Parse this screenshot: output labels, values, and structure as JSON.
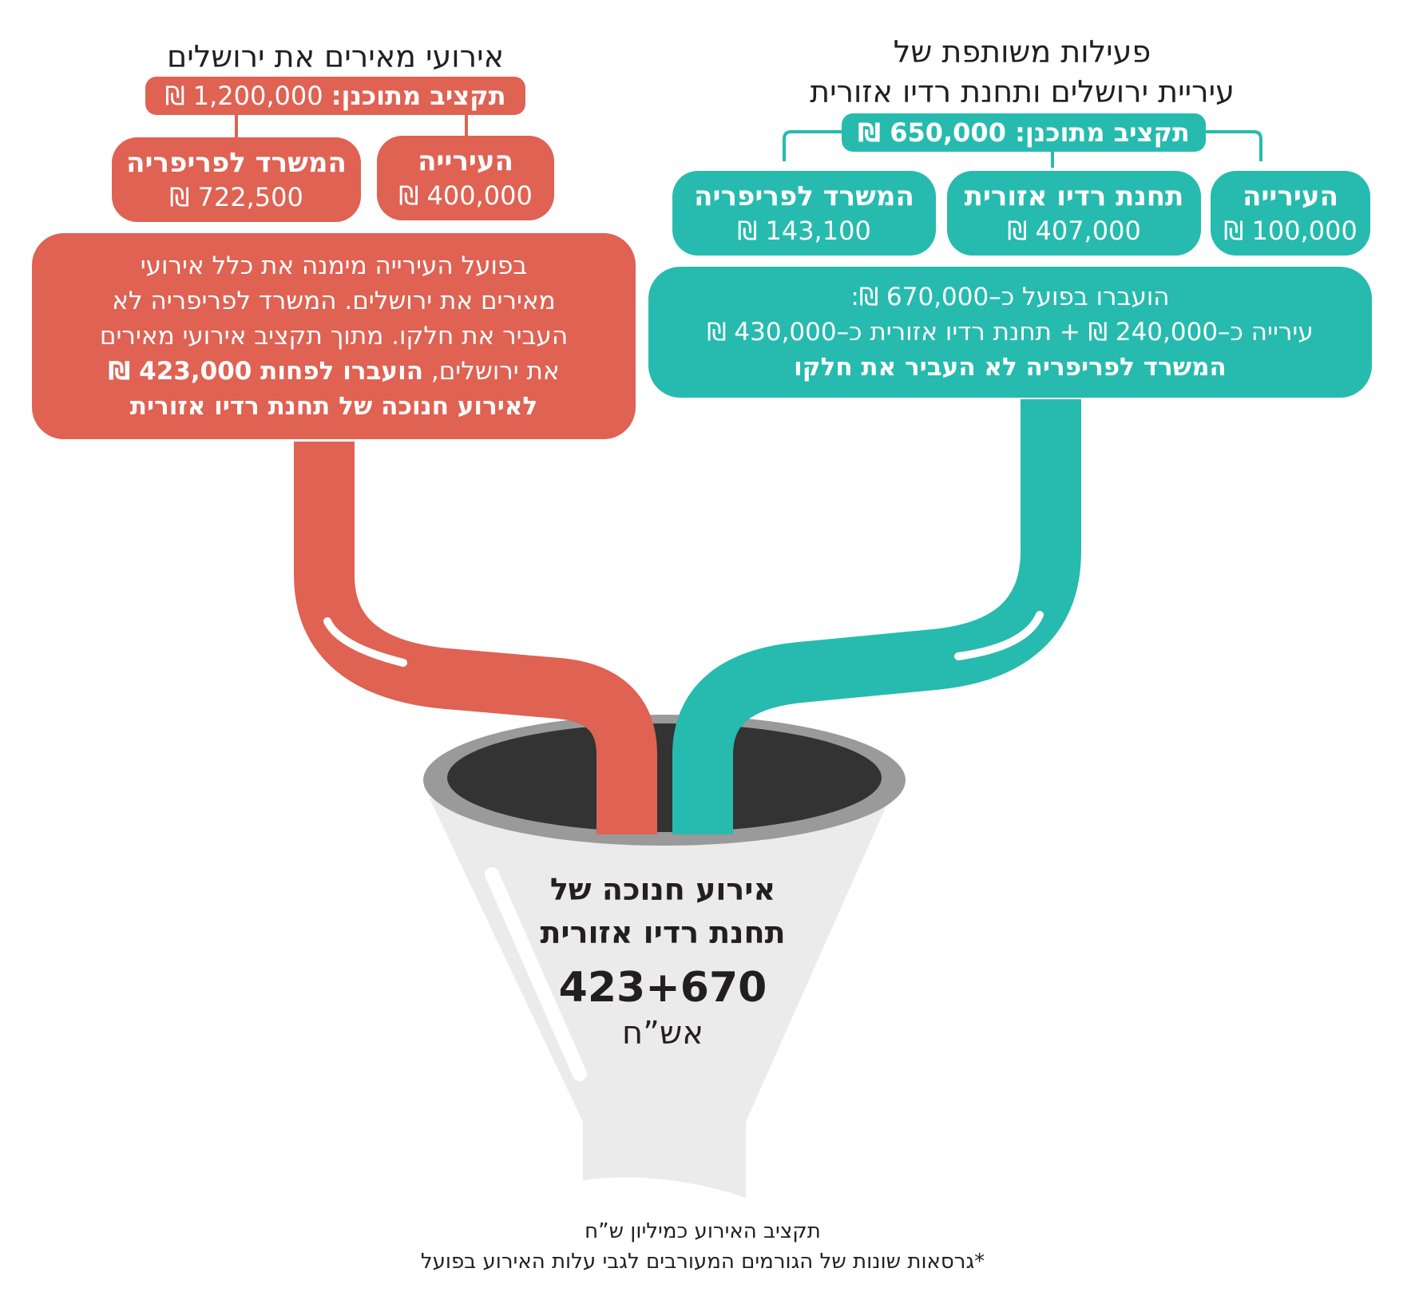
{
  "left": {
    "title": "אירועי מאירים את ירושלים",
    "budget_label": "תקציב מתוכנן:",
    "budget_value": "1,200,000 ₪",
    "boxes": [
      {
        "name": "העירייה",
        "amount": "400,000 ₪"
      },
      {
        "name": "המשרד לפריפריה",
        "amount": "722,500 ₪"
      }
    ],
    "desc": {
      "line1": "בפועל העירייה מימנה את כלל אירועי",
      "line2": "מאירים את ירושלים. המשרד לפריפריה לא",
      "line3": "העביר את חלקו. מתוך תקציב אירועי מאירים",
      "line4_plain": "את ירושלים,",
      "line4_bold": "הועברו לפחות 423,000 ₪",
      "line5_bold": "לאירוע חנוכה של תחנת רדיו אזורית"
    },
    "color": "#df6253"
  },
  "right": {
    "title_line1": "פעילות משותפת של",
    "title_line2": "עיריית ירושלים ותחנת רדיו אזורית",
    "budget_label": "תקציב מתוכנן:",
    "budget_value": "650,000 ₪",
    "boxes": [
      {
        "name": "העירייה",
        "amount": "100,000 ₪"
      },
      {
        "name": "תחנת רדיו אזורית",
        "amount": "407,000 ₪"
      },
      {
        "name": "המשרד לפריפריה",
        "amount": "143,100 ₪"
      }
    ],
    "desc": {
      "line1": "הועברו בפועל כ–670,000 ₪:",
      "line2": "עירייה כ–240,000 ₪ + תחנת רדיו אזורית כ–430,000 ₪",
      "line3_bold": "המשרד לפריפריה לא העביר את חלקו"
    },
    "color": "#26bbae"
  },
  "funnel": {
    "line1": "אירוע חנוכה של",
    "line2": "תחנת רדיו אזורית",
    "total": "423+670",
    "unit": "אש”ח"
  },
  "footnote": {
    "line1": "תקציב האירוע כמיליון ש”ח",
    "line2": "*גרסאות שונות של הגורמים המעורבים לגבי עלות האירוע בפועל"
  }
}
